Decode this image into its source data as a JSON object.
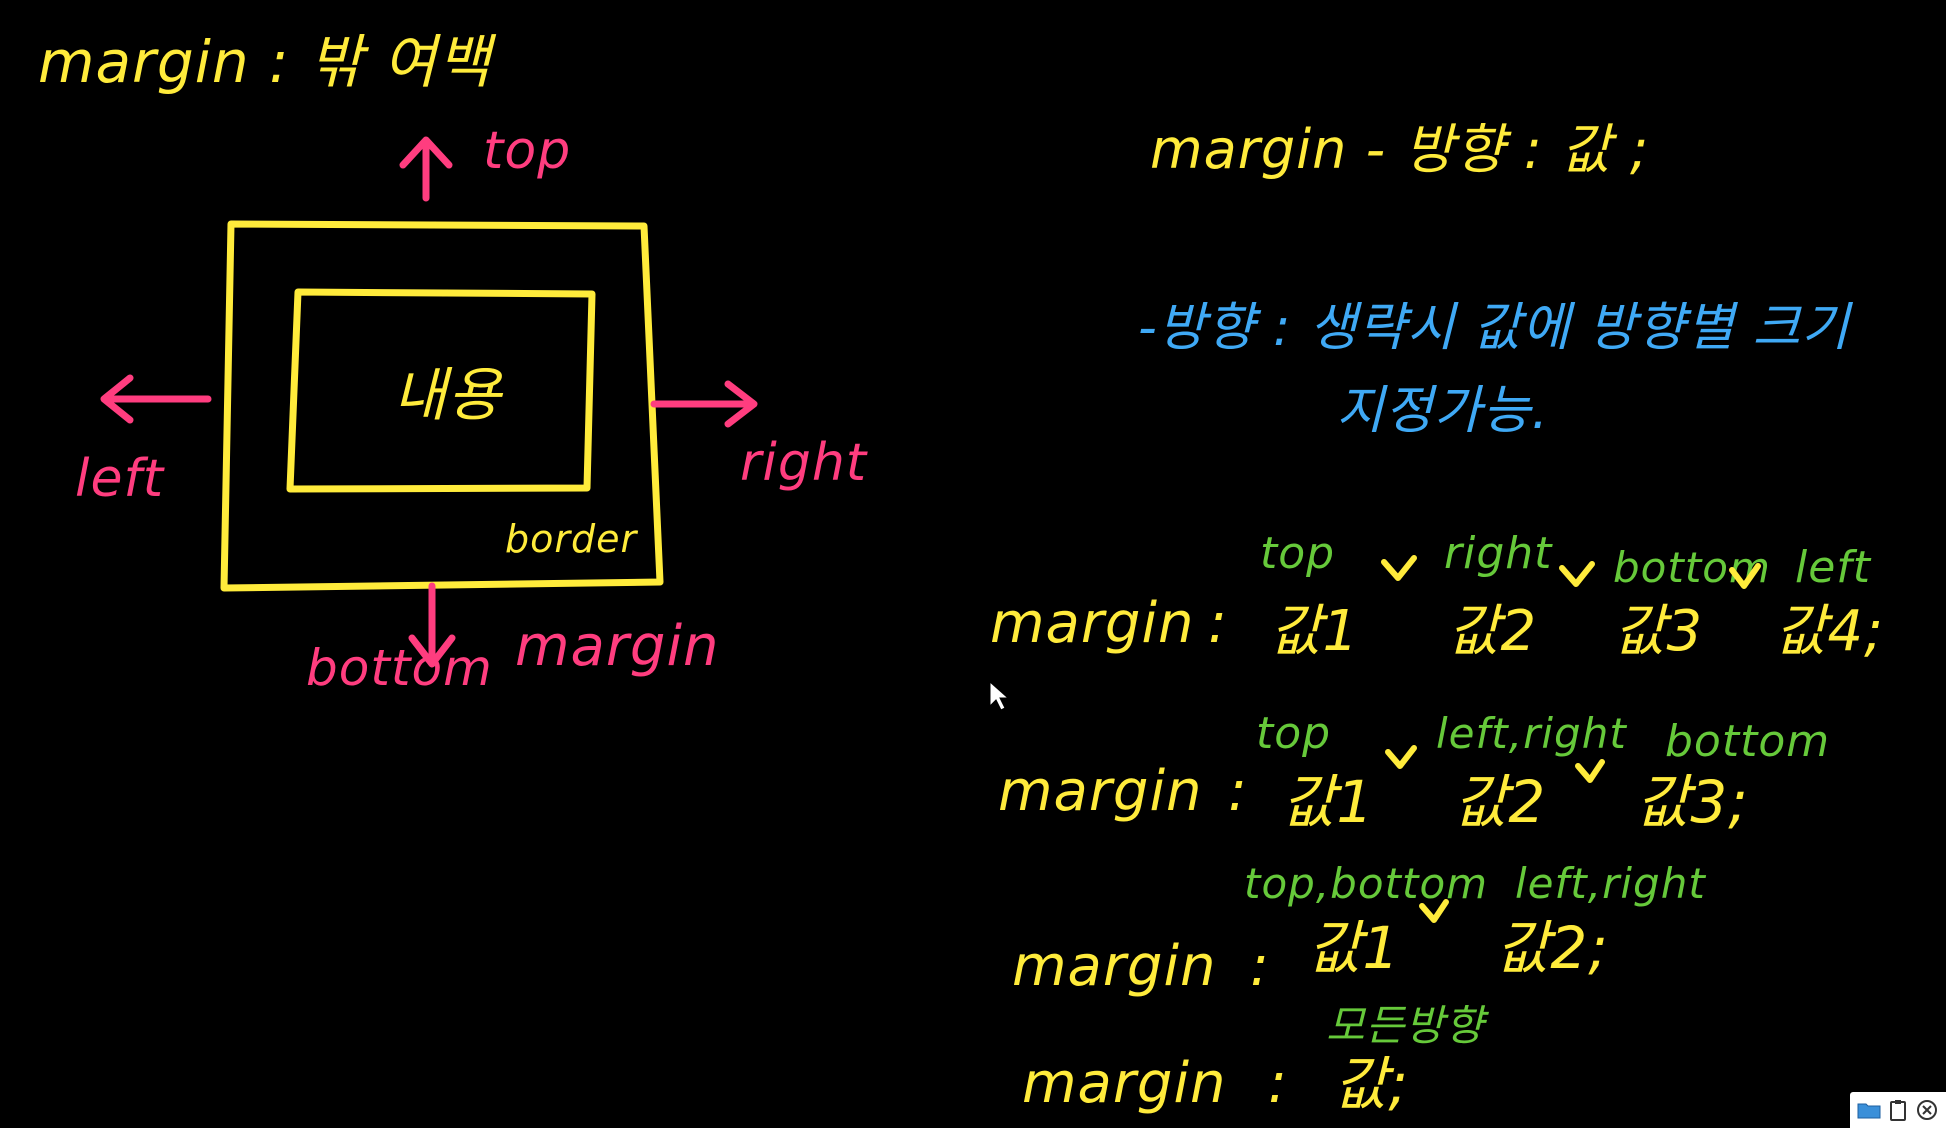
{
  "colors": {
    "background": "#000000",
    "yellow": "#ffeb3b",
    "pink": "#ff3d7f",
    "blue": "#3fa9f5",
    "green": "#66c93a"
  },
  "left_diagram": {
    "title": "margin : 밖 여백",
    "content_label": "내용",
    "border_label": "border",
    "directions": {
      "top": "top",
      "left": "left",
      "right": "right",
      "bottom": "bottom"
    },
    "margin_label": "margin"
  },
  "right_notes": {
    "syntax": "margin - 방향 : 값 ;",
    "note_line1": "-방향 : 생략시 값에 방향별 크기",
    "note_line2": "지정가능.",
    "rule4": {
      "dirs": [
        "top",
        "right",
        "bottom",
        "left"
      ],
      "prop": "margin",
      "colon": ":",
      "values": [
        "값1",
        "값2",
        "값3",
        "값4;"
      ]
    },
    "rule3": {
      "dirs": [
        "top",
        "left,right",
        "bottom"
      ],
      "prop": "margin",
      "colon": ":",
      "values": [
        "값1",
        "값2",
        "값3;"
      ]
    },
    "rule2": {
      "dirs": [
        "top,bottom",
        "left,right"
      ],
      "prop": "margin",
      "colon": ":",
      "values": [
        "값1",
        "값2;"
      ]
    },
    "rule1": {
      "dirs": [
        "모든방향"
      ],
      "prop": "margin",
      "colon": ":",
      "values": [
        "값;"
      ]
    }
  },
  "toolbar": {
    "icons": [
      "folder-icon",
      "clipboard-icon",
      "close-icon"
    ]
  }
}
